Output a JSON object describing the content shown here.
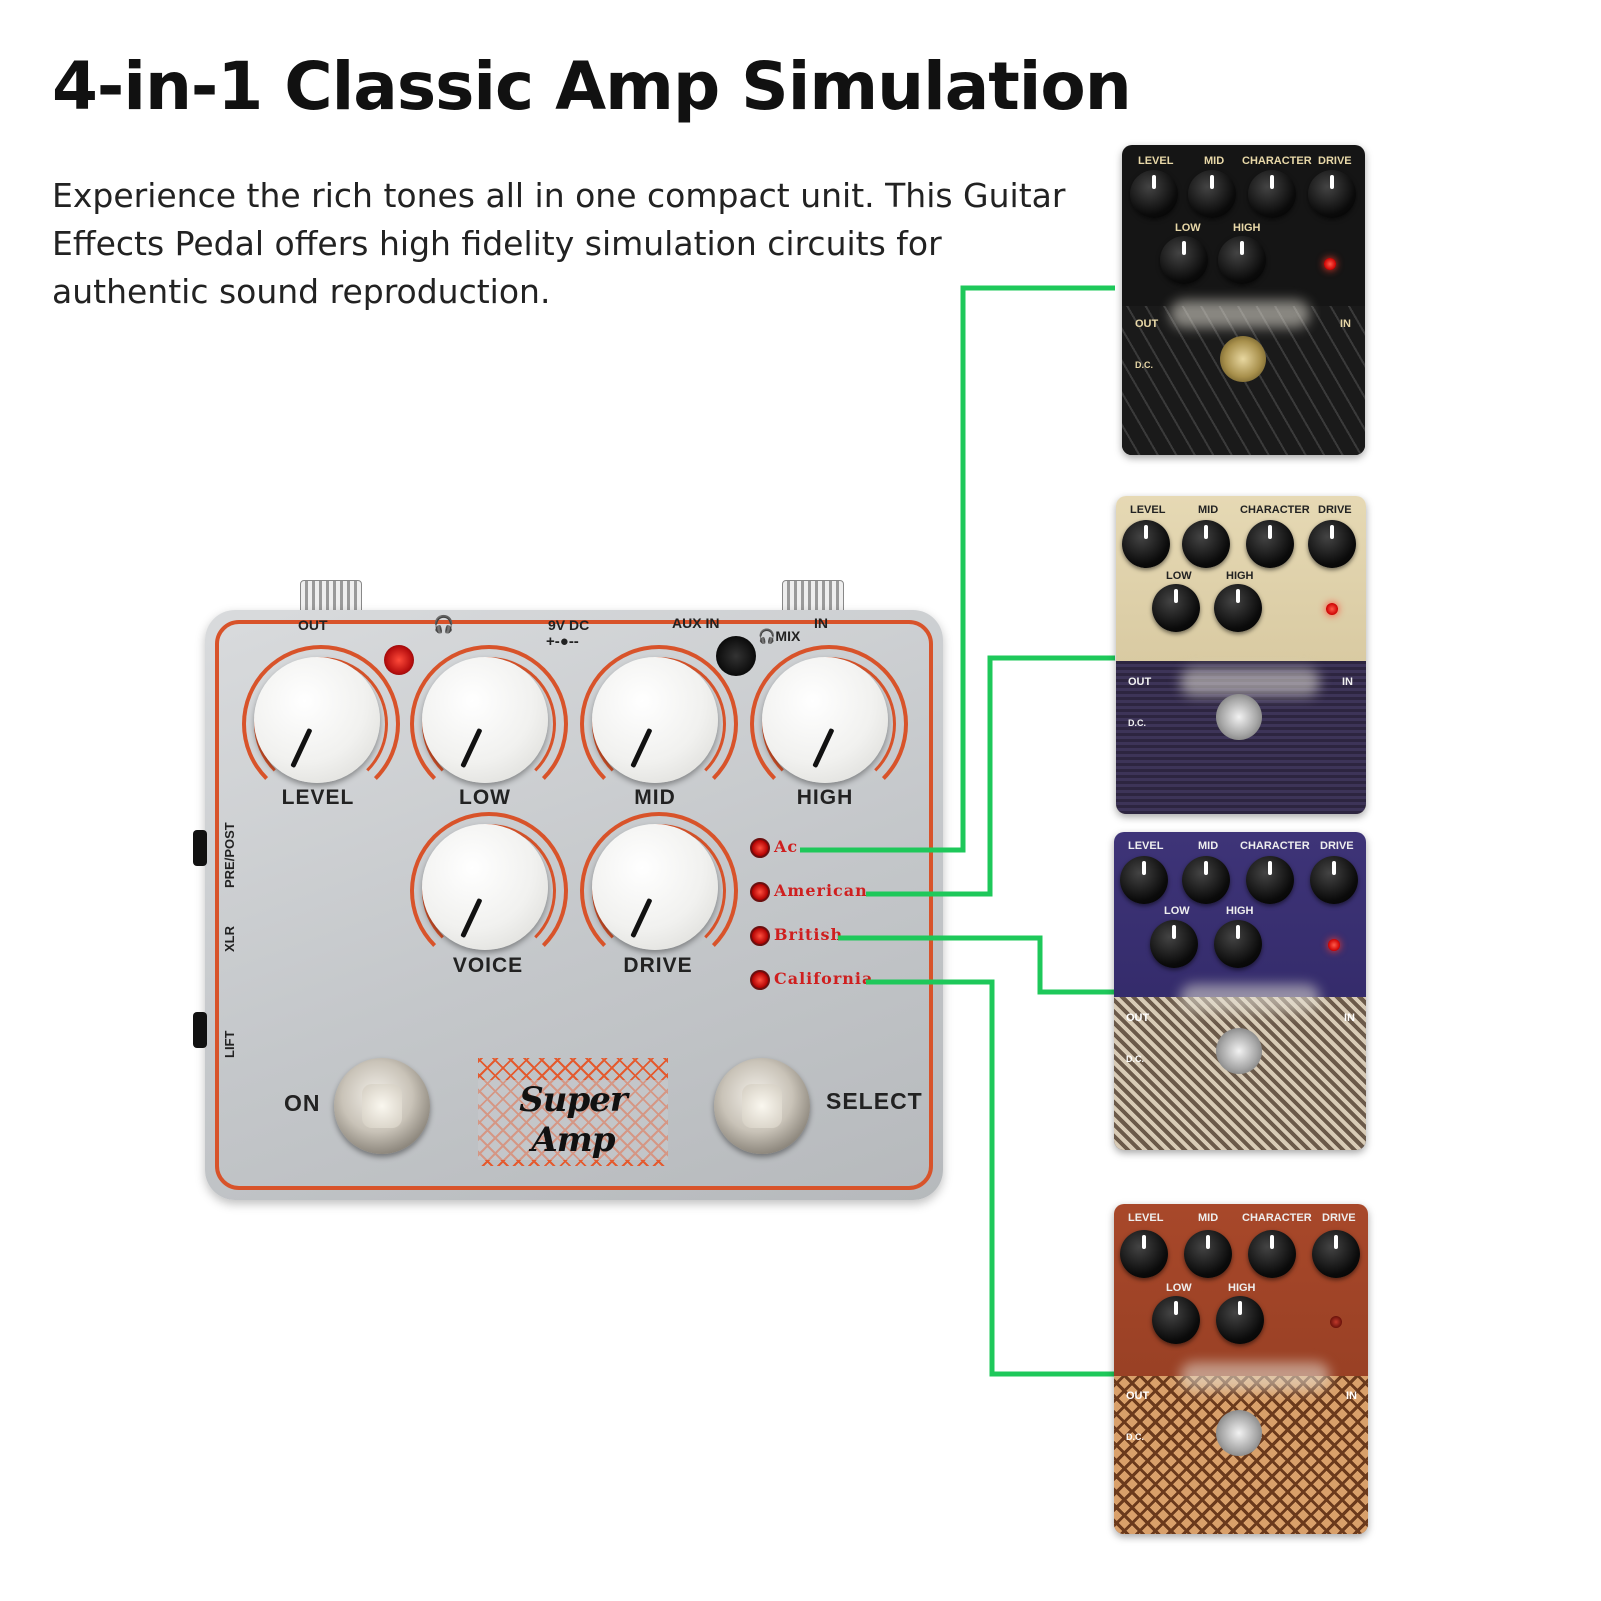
{
  "headline": "4-in-1 Classic Amp Simulation",
  "intro": "Experience the rich tones all in one compact unit. This Guitar Effects Pedal offers high fidelity simulation circuits for authentic sound reproduction.",
  "pedal": {
    "brand": "Super Amp",
    "top_labels": {
      "out": "OUT",
      "headphone": "🎧",
      "power": "9V DC",
      "power_symbol": "+-●--",
      "aux_in": "AUX IN",
      "mix": "🎧MIX",
      "in": "IN"
    },
    "side_labels": [
      "PRE/POST",
      "XLR",
      "LIFT"
    ],
    "knobs": [
      "LEVEL",
      "LOW",
      "MID",
      "HIGH",
      "VOICE",
      "DRIVE"
    ],
    "modes": [
      "Ac",
      "American",
      "British",
      "California"
    ],
    "footswitches": {
      "left": "ON",
      "right": "SELECT"
    },
    "colors": {
      "trim": "#d8532a",
      "body": "#c8cbce",
      "mode_text": "#cf1f1f",
      "wire": "#1ec85a"
    }
  },
  "amp_pedals": [
    {
      "finish": "black",
      "labels": [
        "LEVEL",
        "MID",
        "CHARACTER",
        "DRIVE",
        "LOW",
        "HIGH",
        "OUT",
        "IN",
        "D.C."
      ]
    },
    {
      "finish": "cream-purple",
      "labels": [
        "LEVEL",
        "MID",
        "CHARACTER",
        "DRIVE",
        "LOW",
        "HIGH",
        "OUT",
        "IN",
        "D.C."
      ]
    },
    {
      "finish": "purple-tweed",
      "labels": [
        "LEVEL",
        "MID",
        "CHARACTER",
        "DRIVE",
        "LOW",
        "HIGH",
        "OUT",
        "IN",
        "D.C."
      ]
    },
    {
      "finish": "wood-cane",
      "labels": [
        "LEVEL",
        "MID",
        "CHARACTER",
        "DRIVE",
        "LOW",
        "HIGH",
        "OUT",
        "IN",
        "D.C."
      ]
    }
  ]
}
